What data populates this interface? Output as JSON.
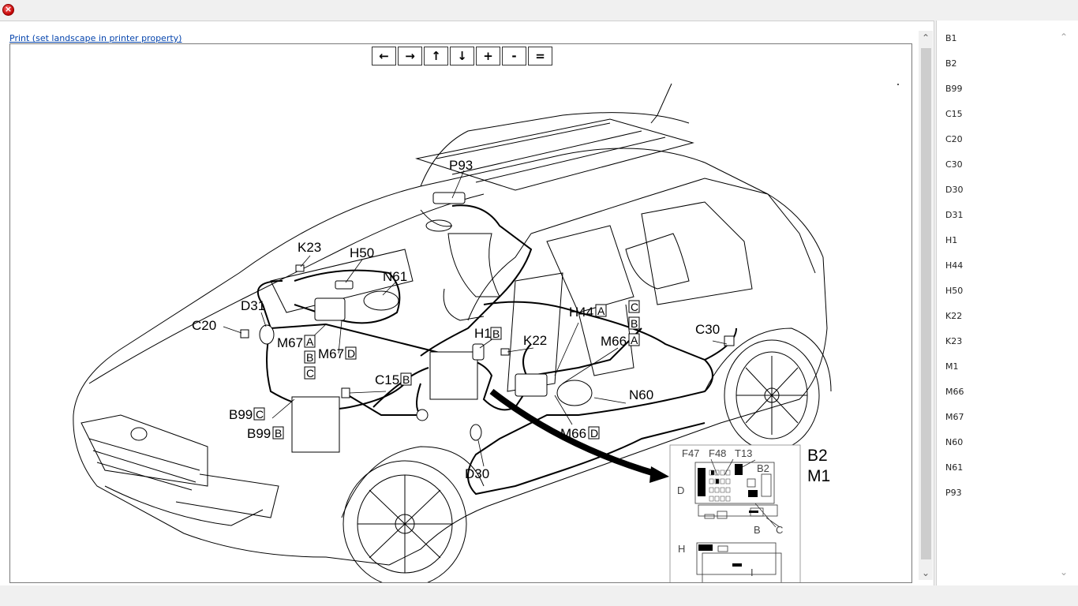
{
  "window": {
    "close_icon": "close-icon"
  },
  "print_link": "Print (set landscape in printer property)",
  "toolbar": {
    "buttons": [
      {
        "label": "🡐",
        "icon": "arrow-left-icon"
      },
      {
        "label": "🡒",
        "icon": "arrow-right-icon"
      },
      {
        "label": "🡑",
        "icon": "arrow-up-icon"
      },
      {
        "label": "🡓",
        "icon": "arrow-down-icon"
      },
      {
        "label": "+",
        "icon": "zoom-in-icon"
      },
      {
        "label": "-",
        "icon": "zoom-out-icon"
      },
      {
        "label": "=",
        "icon": "zoom-reset-icon"
      }
    ]
  },
  "diagram": {
    "labels": {
      "p93": "P93",
      "k23": "K23",
      "h50": "H50",
      "n61": "N61",
      "d31": "D31",
      "c20": "C20",
      "m67": "M67",
      "m67d": "M67",
      "h1": "H1",
      "k22": "K22",
      "h44": "H44",
      "m66": "M66",
      "c30": "C30",
      "c15": "C15",
      "n60": "N60",
      "b99c": "B99",
      "b99b": "B99",
      "m66d": "M66",
      "d30": "D30"
    },
    "boxes": {
      "a": "A",
      "b": "B",
      "c": "C",
      "d": "D"
    },
    "inset": {
      "title1": "B2",
      "title2": "M1",
      "f47": "F47",
      "f48": "F48",
      "t13": "T13",
      "b2": "B2",
      "d": "D",
      "b": "B",
      "c": "C",
      "h": "H",
      "i": "I",
      "m1": "M1"
    }
  },
  "sidebar": {
    "items": [
      "B1",
      "B2",
      "B99",
      "C15",
      "C20",
      "C30",
      "D30",
      "D31",
      "H1",
      "H44",
      "H50",
      "K22",
      "K23",
      "M1",
      "M66",
      "M67",
      "N60",
      "N61",
      "P93"
    ]
  },
  "scrollbar": {
    "up_icon": "chevron-up-icon",
    "down_icon": "chevron-down-icon"
  }
}
